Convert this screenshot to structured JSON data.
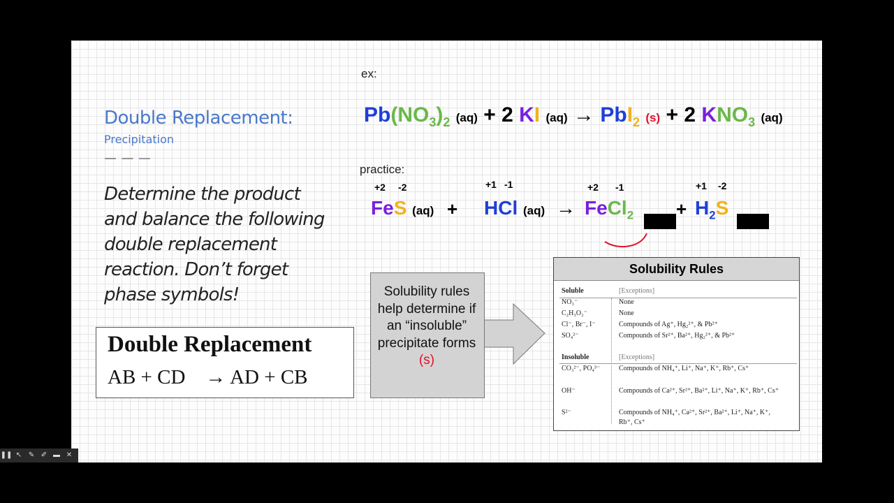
{
  "slide": {
    "title": "Double Replacement:",
    "subtitle": "Precipitation",
    "divider": "— — —",
    "instructions": "Determine the product and balance  the following double replacement reaction. Don’t forget phase symbols!"
  },
  "example": {
    "label": "ex:",
    "reactant1": {
      "el": "Pb",
      "open": "(",
      "group": "NO",
      "sub3": "3",
      "close": ")",
      "sub2": "2",
      "phase": "(aq)"
    },
    "plus1": "+ 2",
    "reactant2": {
      "el1": "K",
      "el2": "I",
      "phase": "(aq)"
    },
    "arrow": "→",
    "product1": {
      "el1": "Pb",
      "el2": "I",
      "sub": "2",
      "phase": "(s)"
    },
    "plus2": "+ 2",
    "product2": {
      "el1": "K",
      "el2": "NO",
      "sub": "3",
      "phase": "(aq)"
    }
  },
  "practice": {
    "label": "practice:",
    "r1": {
      "el1": "Fe",
      "el2": "S",
      "ox1": "+2",
      "ox2": "-2",
      "phase": "(aq)"
    },
    "plus": "+",
    "r2": {
      "el1": "H",
      "el2": "Cl",
      "ox1": "+1",
      "ox2": "-1",
      "phase": "(aq)"
    },
    "arrow": "→",
    "p1": {
      "el1": "Fe",
      "el2": "Cl",
      "sub": "2",
      "ox1": "+2",
      "ox2": "-1"
    },
    "plus2": "+",
    "p2": {
      "el1": "H",
      "sub": "2",
      "el2": "S",
      "ox1": "+1",
      "ox2": "-2"
    }
  },
  "callout": {
    "text_before": "Solubility rules help determine if an “insoluble” precipitate forms ",
    "text_highlight": "(s)"
  },
  "double_replacement_box": {
    "heading": "Double Replacement",
    "formula": "AB + CD    → AD + CB"
  },
  "solubility_rules": {
    "title": "Solubility Rules",
    "soluble_label": "Soluble",
    "exceptions_label": "[Exceptions]",
    "soluble_rows": [
      {
        "ion": "NO₃⁻",
        "exc": "None"
      },
      {
        "ion": "C₂H₃O₂⁻",
        "exc": "None"
      },
      {
        "ion": "Cl⁻, Br⁻, I⁻",
        "exc": "Compounds of Ag⁺, Hg₂²⁺, & Pb²⁺"
      },
      {
        "ion": "SO₄²⁻",
        "exc": "Compounds of Sr²⁺, Ba²⁺, Hg₂²⁺, & Pb²⁺"
      }
    ],
    "insoluble_label": "Insoluble",
    "insoluble_rows": [
      {
        "ion": "CO₃²⁻, PO₄³⁻",
        "exc": "Compounds of NH₄⁺, Li⁺, Na⁺, K⁺, Rb⁺, Cs⁺"
      },
      {
        "ion": "OH⁻",
        "exc": "Compounds of Ca²⁺, Sr²⁺, Ba²⁺, Li⁺, Na⁺, K⁺, Rb⁺, Cs⁺"
      },
      {
        "ion": "S²⁻",
        "exc": "Compounds of NH₄⁺, Ca²⁺, Sr²⁺, Ba²⁺, Li⁺, Na⁺, K⁺,",
        "exc2": "Rb⁺, Cs⁺"
      }
    ]
  },
  "toolbar": {
    "icons": [
      "pause-icon",
      "pointer-icon",
      "pen-icon",
      "highlighter-icon",
      "eraser-icon",
      "close-icon"
    ],
    "glyphs": [
      "❚❚",
      "↖",
      "✎",
      "✐",
      "▬",
      "✕"
    ]
  }
}
